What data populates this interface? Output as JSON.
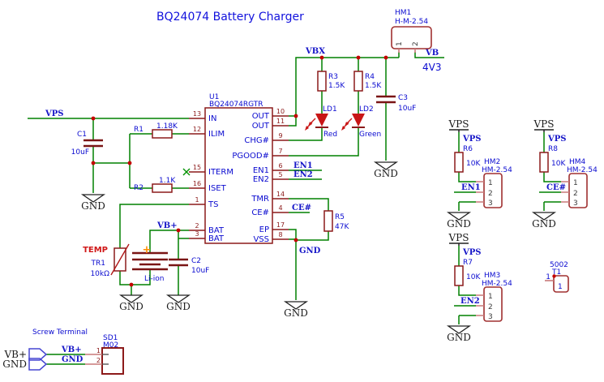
{
  "title": "BQ24074 Battery Charger",
  "nets": {
    "vps": "VPS",
    "vbx": "VBX",
    "vb": "VB",
    "vb_value": "4V3",
    "en1": "EN1",
    "en2": "EN2",
    "ce": "CE#",
    "gnd": "GND",
    "vbplus": "VB+"
  },
  "labels": {
    "screw_terminal": "Screw Terminal"
  },
  "ic": {
    "ref": "U1",
    "value": "BQ24074RGTR",
    "left_pins": [
      {
        "num": "13",
        "name": "IN"
      },
      {
        "num": "12",
        "name": "ILIM"
      },
      {
        "num": "15",
        "name": "ITERM"
      },
      {
        "num": "16",
        "name": "ISET"
      },
      {
        "num": "1",
        "name": "TS"
      },
      {
        "num": "2",
        "name": "BAT"
      },
      {
        "num": "3",
        "name": "BAT"
      }
    ],
    "right_pins": [
      {
        "num": "10",
        "name": "OUT"
      },
      {
        "num": "11",
        "name": "OUT"
      },
      {
        "num": "9",
        "name": "CHG#"
      },
      {
        "num": "7",
        "name": "PGOOD#"
      },
      {
        "num": "6",
        "name": "EN1"
      },
      {
        "num": "5",
        "name": "EN2"
      },
      {
        "num": "14",
        "name": "TMR"
      },
      {
        "num": "4",
        "name": "CE#"
      },
      {
        "num": "17",
        "name": "EP"
      },
      {
        "num": "8",
        "name": "VSS"
      }
    ]
  },
  "resistors": {
    "r1": {
      "ref": "R1",
      "value": "1.18K"
    },
    "r2": {
      "ref": "R2",
      "value": "1.1K"
    },
    "r3": {
      "ref": "R3",
      "value": "1.5K"
    },
    "r4": {
      "ref": "R4",
      "value": "1.5K"
    },
    "r5": {
      "ref": "R5",
      "value": "47K"
    },
    "r6": {
      "ref": "R6",
      "value": "10K"
    },
    "r7": {
      "ref": "R7",
      "value": "10K"
    },
    "r8": {
      "ref": "R8",
      "value": "10K"
    }
  },
  "capacitors": {
    "c1": {
      "ref": "C1",
      "value": "10uF"
    },
    "c2": {
      "ref": "C2",
      "value": "10uF"
    },
    "c3": {
      "ref": "C3",
      "value": "10uF"
    }
  },
  "leds": {
    "ld1": {
      "ref": "LD1",
      "color": "Red"
    },
    "ld2": {
      "ref": "LD2",
      "color": "Green"
    }
  },
  "battery": {
    "value": "Li-ion",
    "plus": "+"
  },
  "thermistor": {
    "label": "TEMP",
    "ref": "TR1",
    "value": "10kΩ"
  },
  "connectors": {
    "hm1": {
      "ref": "HM1",
      "value": "H-M-2.54",
      "pins": [
        "1",
        "2"
      ]
    },
    "hm2": {
      "ref": "HM2",
      "value": "HM-2.54",
      "pins": [
        "1",
        "2",
        "3"
      ]
    },
    "hm3": {
      "ref": "HM3",
      "value": "HM-2.54",
      "pins": [
        "1",
        "2",
        "3"
      ]
    },
    "hm4": {
      "ref": "HM4",
      "value": "HM-2.54",
      "pins": [
        "1",
        "2",
        "3"
      ]
    },
    "sd1": {
      "ref": "SD1",
      "value": "M02",
      "pins": [
        "1",
        "2"
      ]
    }
  },
  "testpoint": {
    "value": "5002",
    "ref": "T1",
    "pin": "1",
    "pad": "1"
  },
  "colors": {
    "wire_green": "#008000",
    "symbol_maroon": "#8c1a1a",
    "text_blue": "#0b0bd0",
    "net_label_blue": "#1616c8",
    "junction_red": "#c40000",
    "led_red": "#c81616",
    "temp_red": "#d01818",
    "plus_orange": "#ff8c00",
    "title_blue": "#1212dd"
  }
}
